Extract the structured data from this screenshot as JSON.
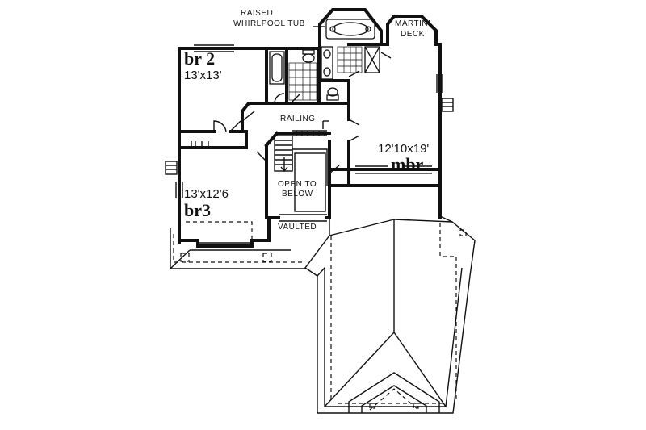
{
  "plan": {
    "rooms": {
      "br2": {
        "name": "br 2",
        "size": "13'x13'"
      },
      "br3": {
        "name": "br3",
        "size": "13'x12'6"
      },
      "mbr": {
        "name": "mbr",
        "size": "12'10x19'"
      }
    },
    "labels": {
      "tub_line1": "RAISED",
      "tub_line2": "WHIRLPOOL TUB",
      "deck_line1": "MARTINI",
      "deck_line2": "DECK",
      "railing": "RAILING",
      "open_line1": "OPEN TO",
      "open_line2": "BELOW",
      "vaulted": "VAULTED"
    }
  }
}
